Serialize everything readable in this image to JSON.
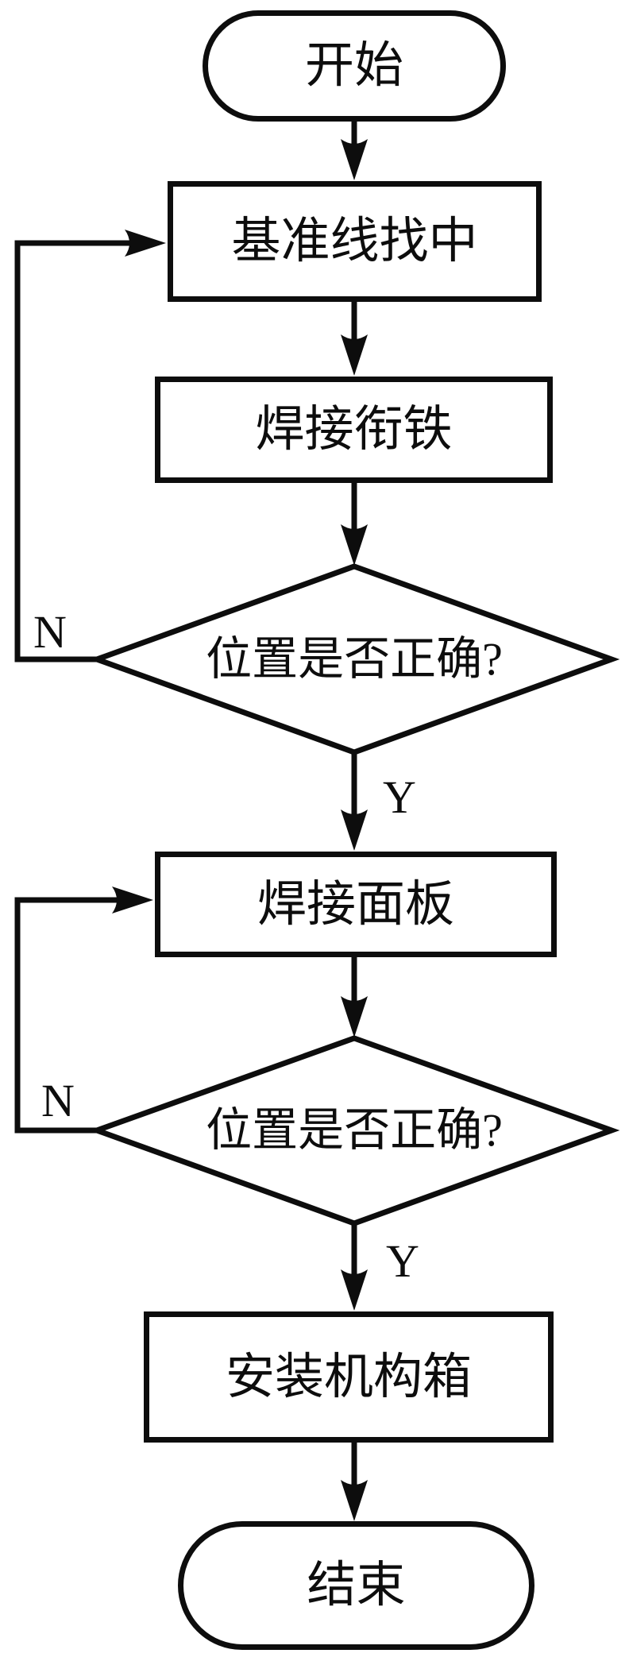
{
  "page": {
    "background_color": "#ffffff",
    "stroke_color": "#0d0d0d"
  },
  "flowchart": {
    "nodes": {
      "start": {
        "type": "terminator",
        "label": "开始"
      },
      "find_reference_line_center": {
        "type": "process",
        "label": "基准线找中"
      },
      "weld_armature": {
        "type": "process",
        "label": "焊接衔铁"
      },
      "position_check_1": {
        "type": "decision",
        "label": "位置是否正确?"
      },
      "weld_panel": {
        "type": "process",
        "label": "焊接面板"
      },
      "position_check_2": {
        "type": "decision",
        "label": "位置是否正确?"
      },
      "install_mechanism_box": {
        "type": "process",
        "label": "安装机构箱"
      },
      "end": {
        "type": "terminator",
        "label": "结束"
      }
    },
    "edge_labels": {
      "decision1_no": "N",
      "decision1_yes": "Y",
      "decision2_no": "N",
      "decision2_yes": "Y"
    },
    "edges": [
      {
        "from": "start",
        "to": "find_reference_line_center"
      },
      {
        "from": "find_reference_line_center",
        "to": "weld_armature"
      },
      {
        "from": "weld_armature",
        "to": "position_check_1"
      },
      {
        "from": "position_check_1",
        "to": "find_reference_line_center",
        "label": "N"
      },
      {
        "from": "position_check_1",
        "to": "weld_panel",
        "label": "Y"
      },
      {
        "from": "weld_panel",
        "to": "position_check_2"
      },
      {
        "from": "position_check_2",
        "to": "weld_panel",
        "label": "N"
      },
      {
        "from": "position_check_2",
        "to": "install_mechanism_box",
        "label": "Y"
      },
      {
        "from": "install_mechanism_box",
        "to": "end"
      }
    ]
  }
}
